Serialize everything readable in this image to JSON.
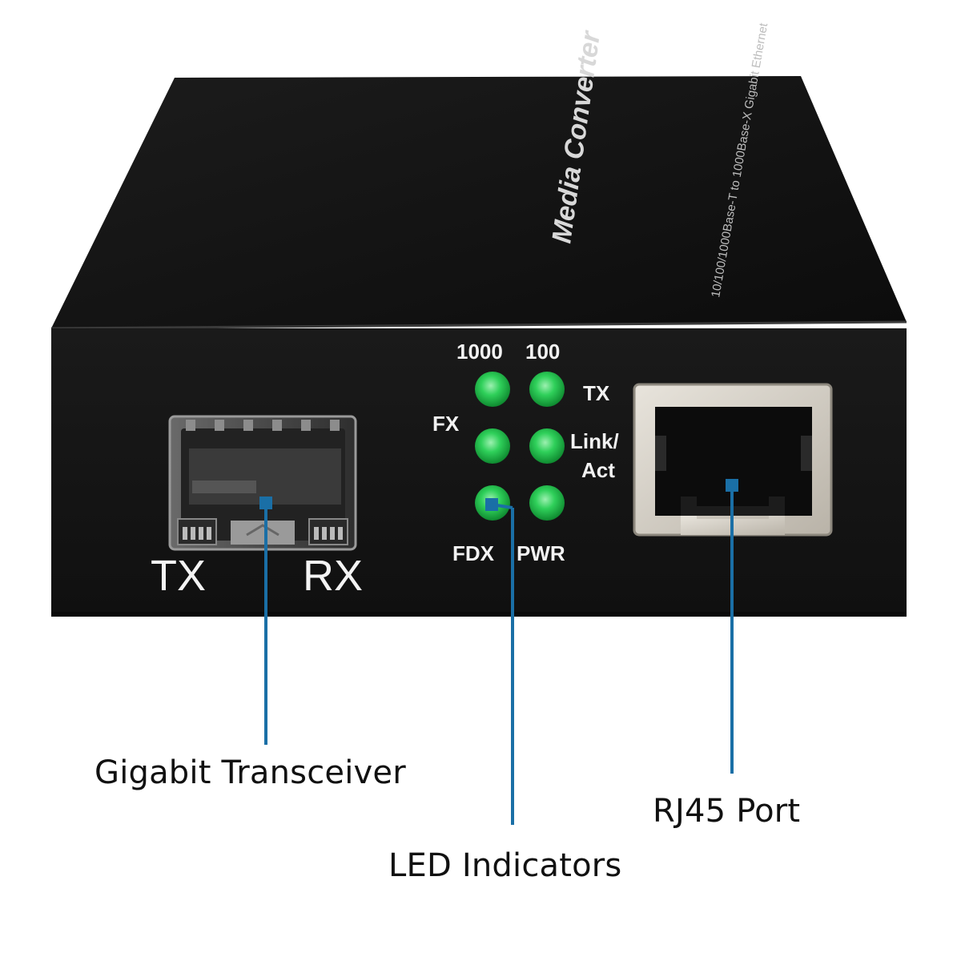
{
  "device": {
    "top_title": "Media Converter",
    "top_subtitle": "10/100/1000Base-T to 1000Base-X Gigabit Ethernet",
    "sfp_tx": "TX",
    "sfp_rx": "RX",
    "led_labels": {
      "l1000": "1000",
      "l100": "100",
      "tx": "TX",
      "fx": "FX",
      "link": "Link/",
      "act": "Act",
      "fdx": "FDX",
      "pwr": "PWR"
    }
  },
  "callouts": {
    "transceiver": "Gigabit Transceiver",
    "leds": "LED Indicators",
    "rj45": "RJ45 Port"
  },
  "colors": {
    "callout_line": "#1a6fa6",
    "led_green": "#2fd05a",
    "body_black": "#111111"
  }
}
